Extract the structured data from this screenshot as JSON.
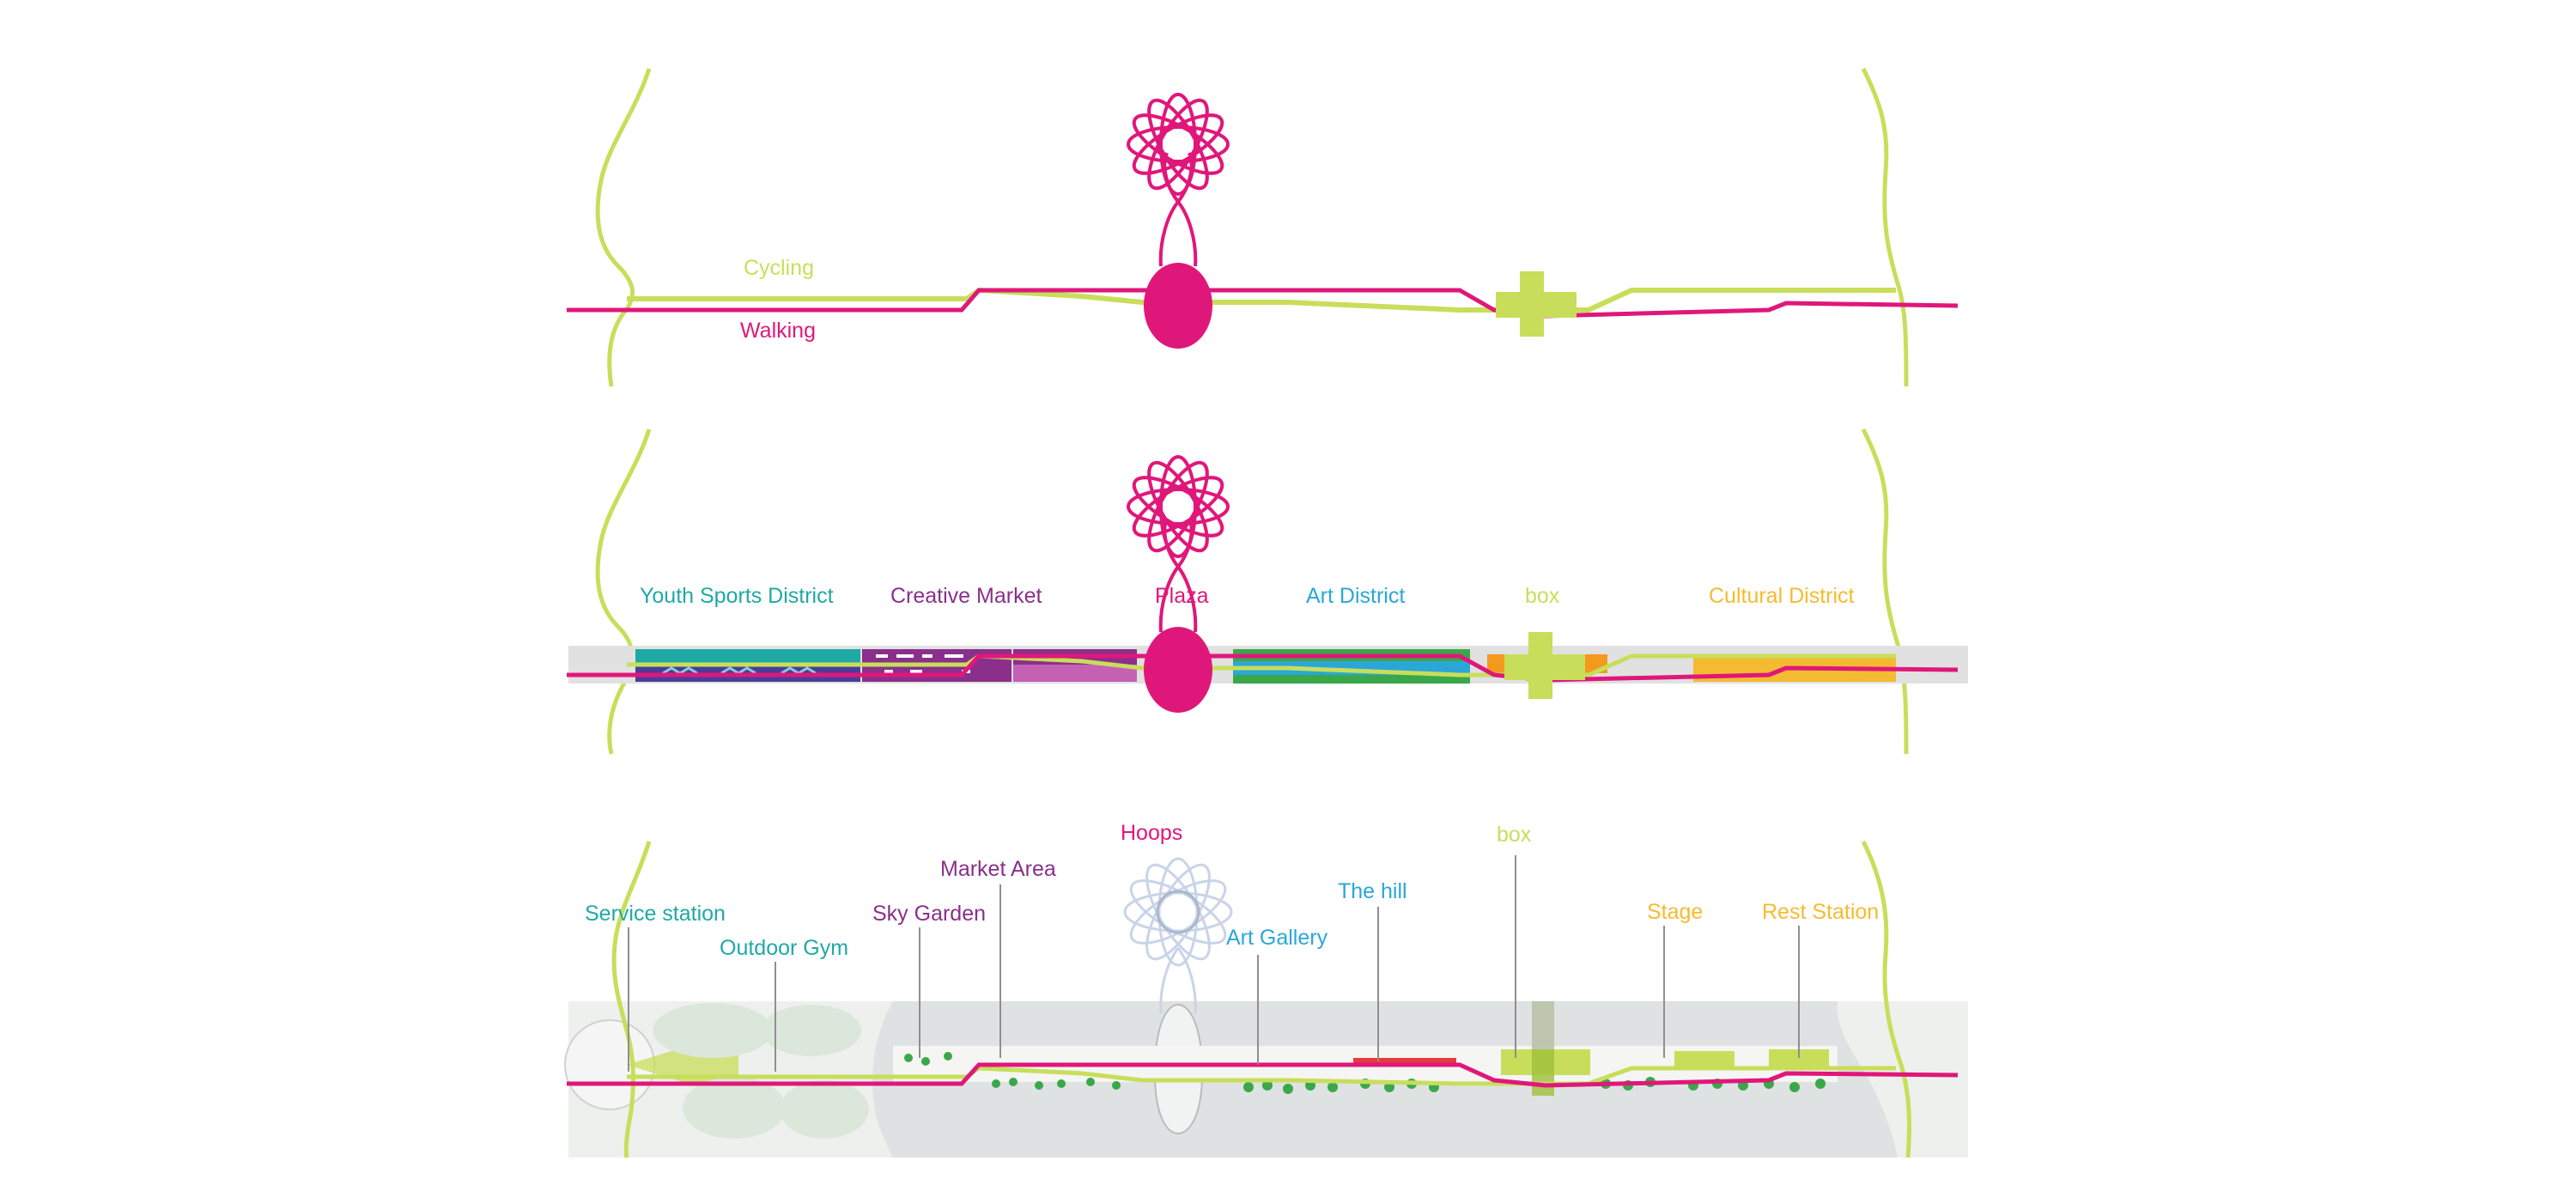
{
  "colors": {
    "walking": "#e0177a",
    "cycling": "#c8de5a",
    "youth": "#1fa9a5",
    "creative": "#8a2f8c",
    "art": "#2aa7d8",
    "cultural": "#f5bb30",
    "box_orange": "#f39a1e",
    "river": "#d9dcdc",
    "band": "#e1e1e1"
  },
  "panel1": {
    "cycling_label": "Cycling",
    "walking_label": "Walking"
  },
  "panel2": {
    "districts": {
      "youth": "Youth Sports District",
      "creative": "Creative Market",
      "plaza": "Plaza",
      "art": "Art District",
      "box": "box",
      "cultural": "Cultural District"
    }
  },
  "panel3": {
    "labels": {
      "hoops": "Hoops",
      "market_area": "Market Area",
      "sky_garden": "Sky Garden",
      "service_station": "Service station",
      "outdoor_gym": "Outdoor Gym",
      "the_hill": "The hill",
      "art_gallery": "Art Gallery",
      "box": "box",
      "stage": "Stage",
      "rest_station": "Rest Station"
    }
  }
}
